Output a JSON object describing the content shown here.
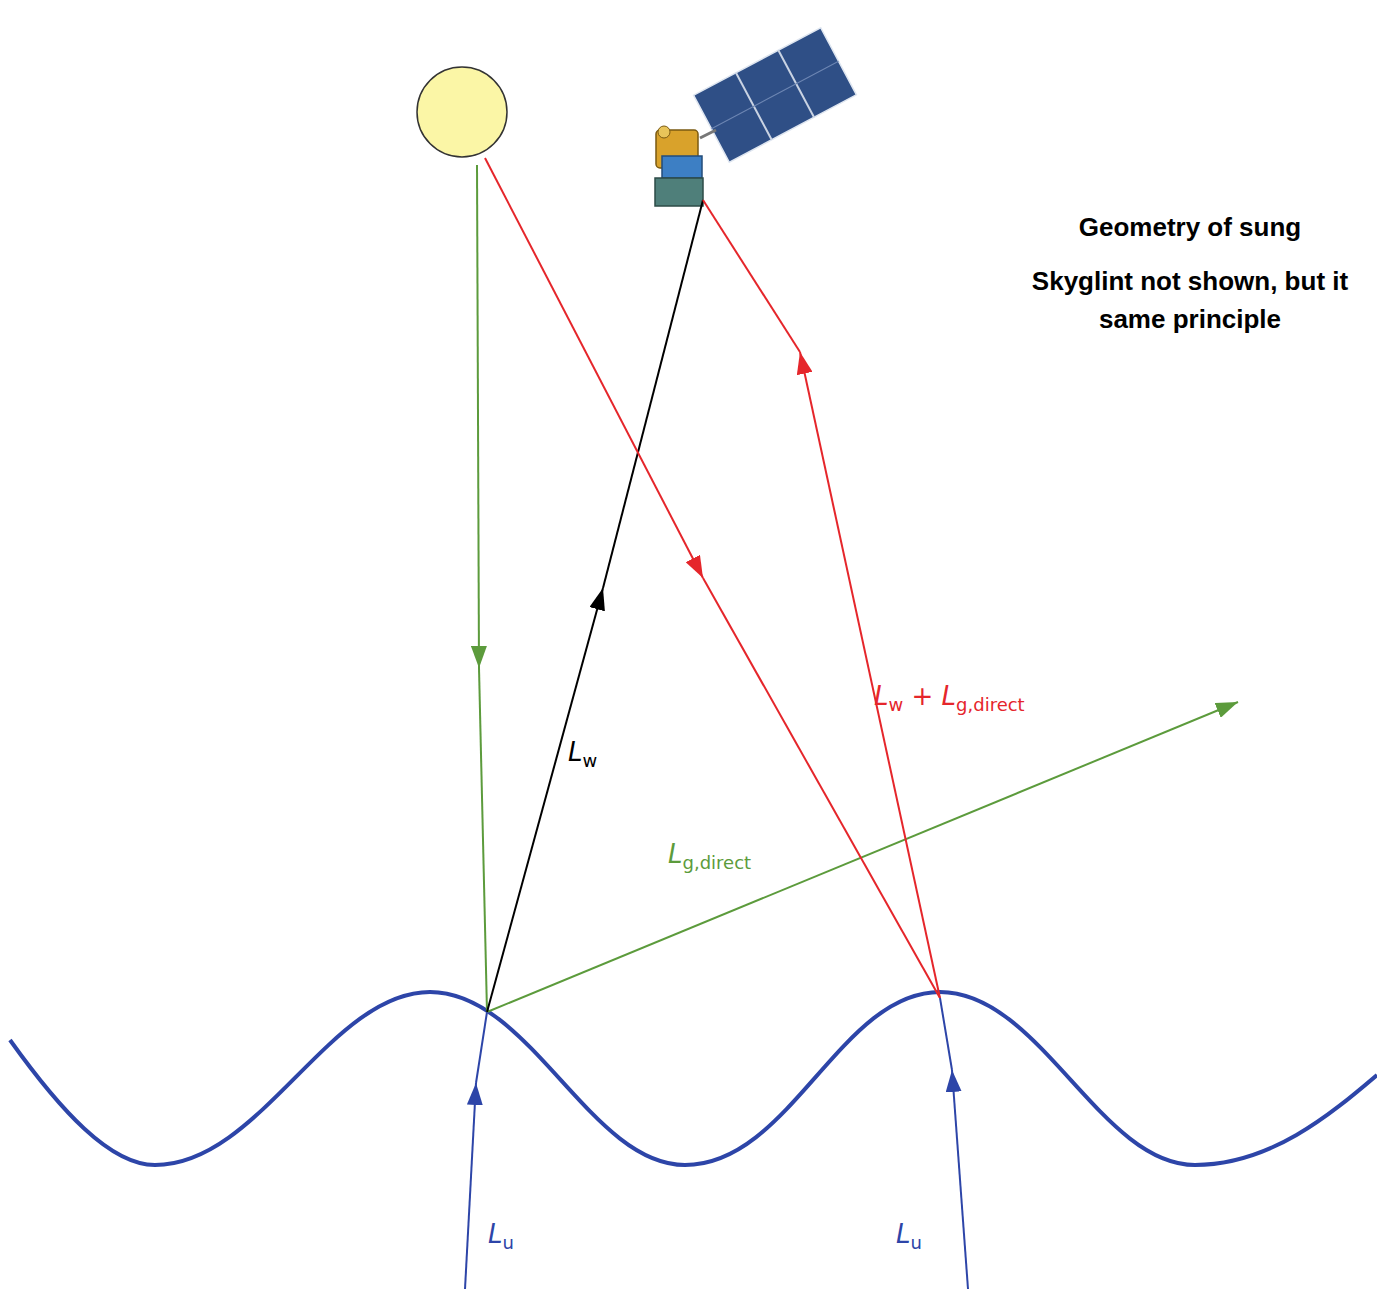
{
  "diagram": {
    "title": "Geometry of sung",
    "labels": [
      "Skyglint not shown, but it same principle",
      "Lw",
      "Lw + Lg,direct",
      "Lg,direct",
      "Lu",
      "Lu"
    ]
  }
}
